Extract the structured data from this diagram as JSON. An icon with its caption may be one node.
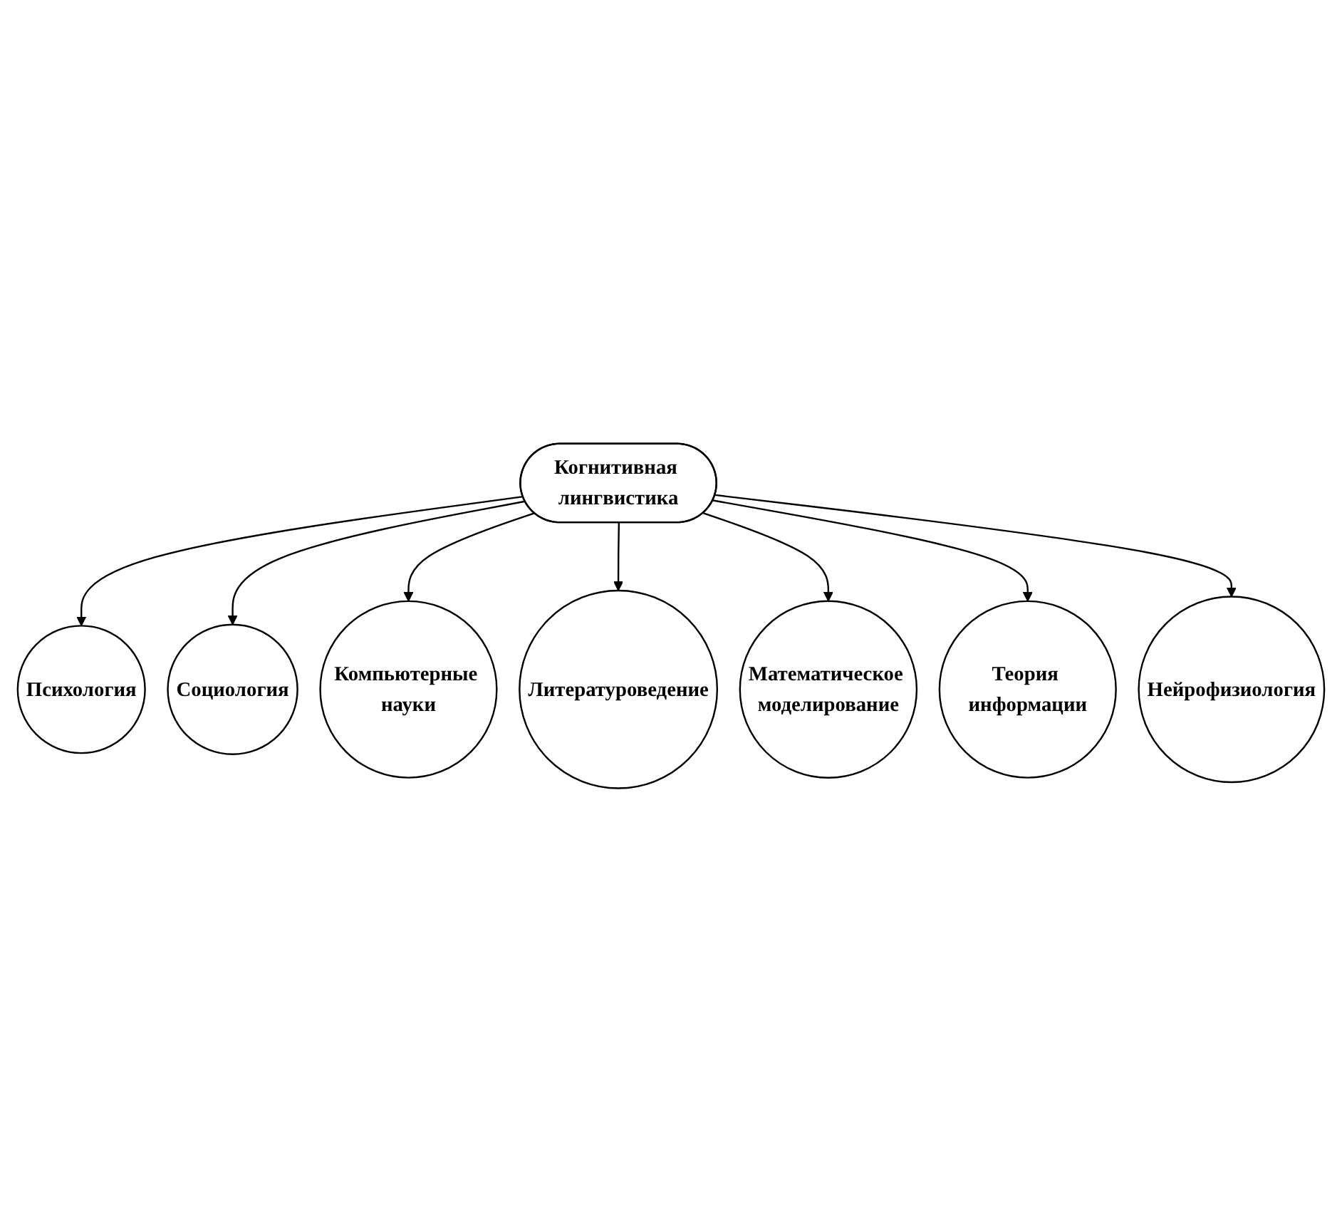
{
  "diagram": {
    "nodes": [
      {
        "text": [
          "Когнитивная лингвистика"
        ]
      },
      {
        "text": [
          "Психология"
        ]
      },
      {
        "text": [
          "Социология"
        ]
      },
      {
        "text": [
          "Компьютерные науки"
        ]
      },
      {
        "text": [
          "Литературоведение"
        ]
      },
      {
        "text": [
          "Математическое моделирование"
        ]
      },
      {
        "text": [
          "Теория информации"
        ]
      },
      {
        "text": [
          "Нейрофизиология"
        ]
      }
    ],
    "edges": [
      {
        "from": 0,
        "to": 1,
        "arrow": "to"
      },
      {
        "from": 0,
        "to": 2,
        "arrow": "to"
      },
      {
        "from": 0,
        "to": 3,
        "arrow": "to"
      },
      {
        "from": 0,
        "to": 4,
        "arrow": "to"
      },
      {
        "from": 0,
        "to": 5,
        "arrow": "to"
      },
      {
        "from": 0,
        "to": 6,
        "arrow": "to"
      },
      {
        "from": 0,
        "to": 7,
        "arrow": "to"
      }
    ]
  }
}
